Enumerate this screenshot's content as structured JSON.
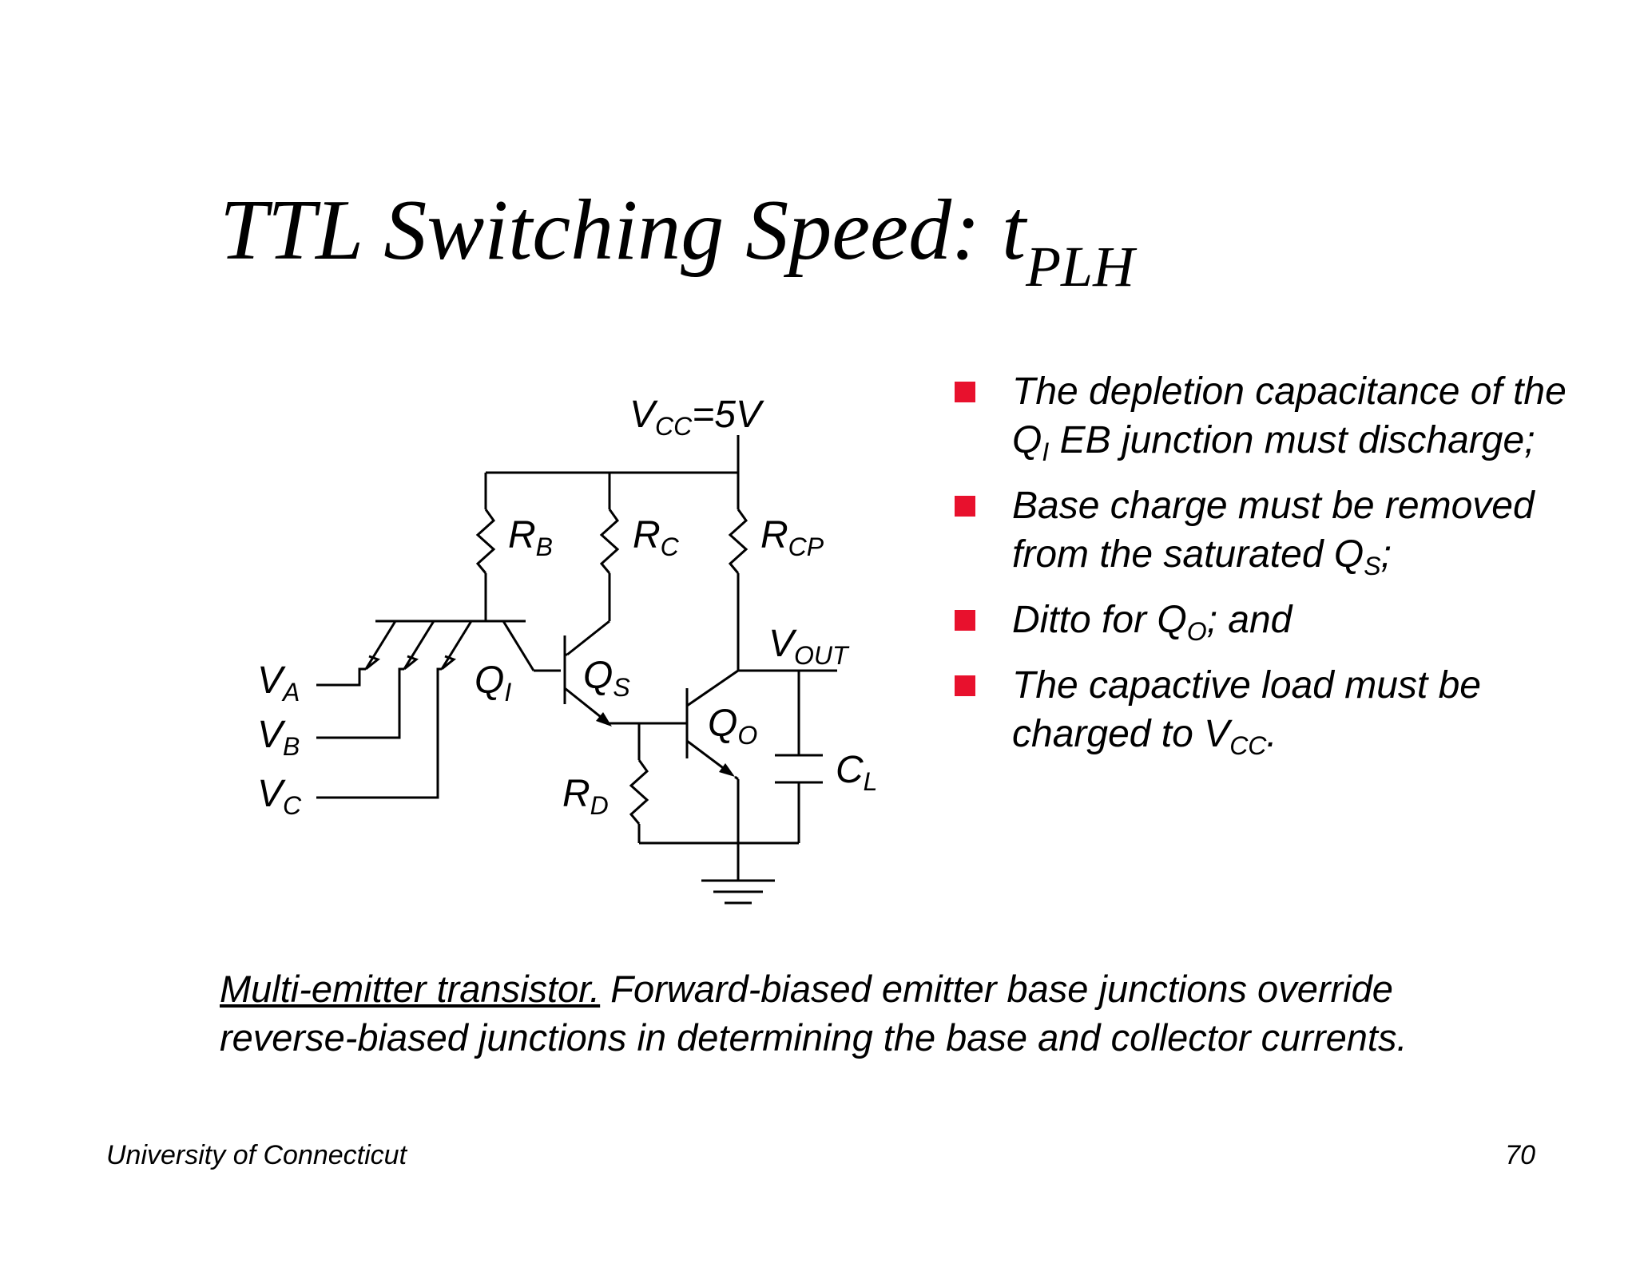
{
  "slide": {
    "title": "TTL Switching Speed: t",
    "title_sub": "PLH",
    "accent_color": "#e8112d"
  },
  "circuit": {
    "vcc": {
      "main": "V",
      "sub": "CC",
      "suffix": "=5V"
    },
    "rb": {
      "main": "R",
      "sub": "B"
    },
    "rc": {
      "main": "R",
      "sub": "C"
    },
    "rcp": {
      "main": "R",
      "sub": "CP"
    },
    "vout": {
      "main": "V",
      "sub": "OUT"
    },
    "qi": {
      "main": "Q",
      "sub": "I"
    },
    "qs": {
      "main": "Q",
      "sub": "S"
    },
    "qo": {
      "main": "Q",
      "sub": "O"
    },
    "rd": {
      "main": "R",
      "sub": "D"
    },
    "cl": {
      "main": "C",
      "sub": "L"
    },
    "va": {
      "main": "V",
      "sub": "A"
    },
    "vb": {
      "main": "V",
      "sub": "B"
    },
    "vc": {
      "main": "V",
      "sub": "C"
    }
  },
  "bullets": [
    {
      "pre": "The depletion capacitance of the Q",
      "sub": "I",
      "post": " EB junction must discharge;"
    },
    {
      "pre": "Base charge must be removed from the saturated Q",
      "sub": "S",
      "post": ";"
    },
    {
      "pre": "Ditto for Q",
      "sub": "O",
      "post": "; and"
    },
    {
      "pre": "The capactive load must be charged to V",
      "sub": "CC",
      "post": "."
    }
  ],
  "note": {
    "underlined": "Multi-emitter  transistor.",
    "rest": "  Forward-biased emitter base junctions override reverse-biased junctions in determining the base and collector currents."
  },
  "footer": {
    "institution": "University of Connecticut",
    "page_number": "70"
  }
}
